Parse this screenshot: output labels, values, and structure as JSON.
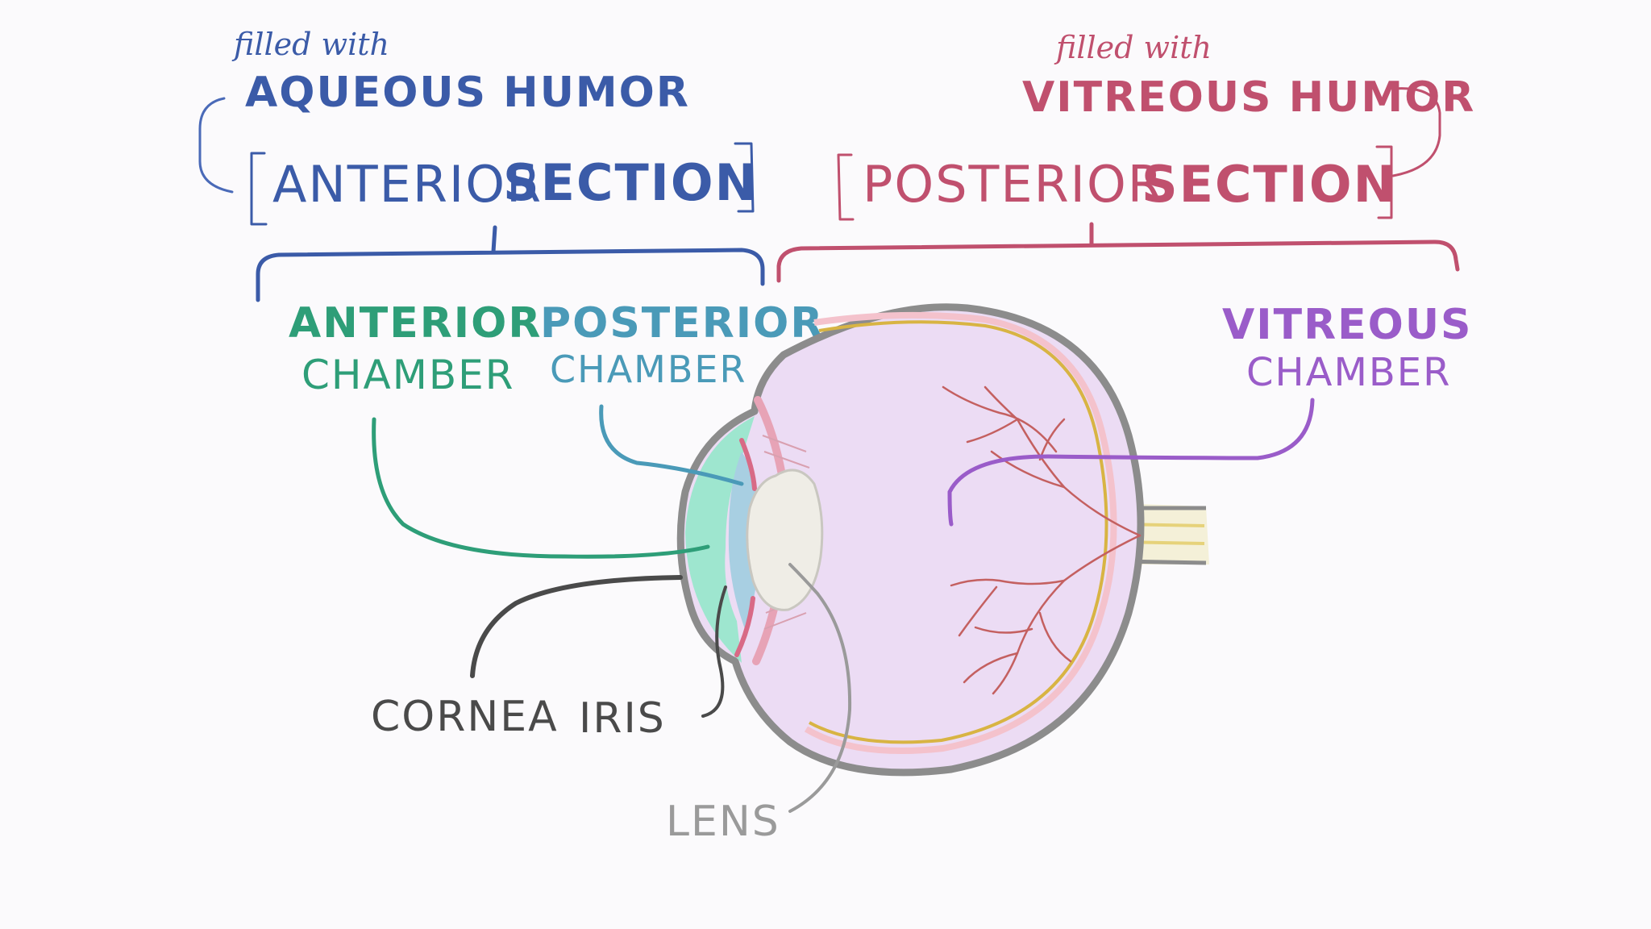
{
  "colors": {
    "blue": "#3b5ba8",
    "pink": "#c0506e",
    "green": "#2e9e78",
    "teal": "#4a9ab8",
    "purple": "#9a5cc9",
    "dark": "#4a4a4a",
    "gray": "#9a9a9a",
    "eye_fill": "#ecdcf4",
    "sclera_border": "#8c8c8c",
    "retina_yellow": "#d8b443",
    "vessel": "#c46060",
    "cornea_fill": "#9ee6cf",
    "posterior_chamber_fill": "#a8cfe2",
    "lens_fill": "#efede6"
  },
  "labels": {
    "filled_with_left": "filled with",
    "aqueous_humor": "AQUEOUS HUMOR",
    "anterior_section_word1": "ANTERIOR",
    "anterior_section_word2": "SECTION",
    "filled_with_right": "filled with",
    "vitreous_humor": "VITREOUS HUMOR",
    "posterior_section_word1": "POSTERIOR",
    "posterior_section_word2": "SECTION",
    "anterior_chamber_line1": "ANTERIOR",
    "anterior_chamber_line2": "CHAMBER",
    "posterior_chamber_line1": "POSTERIOR",
    "posterior_chamber_line2": "CHAMBER",
    "vitreous_chamber_line1": "VITREOUS",
    "vitreous_chamber_line2": "CHAMBER",
    "cornea": "CORNEA",
    "iris": "IRIS",
    "lens": "LENS"
  }
}
